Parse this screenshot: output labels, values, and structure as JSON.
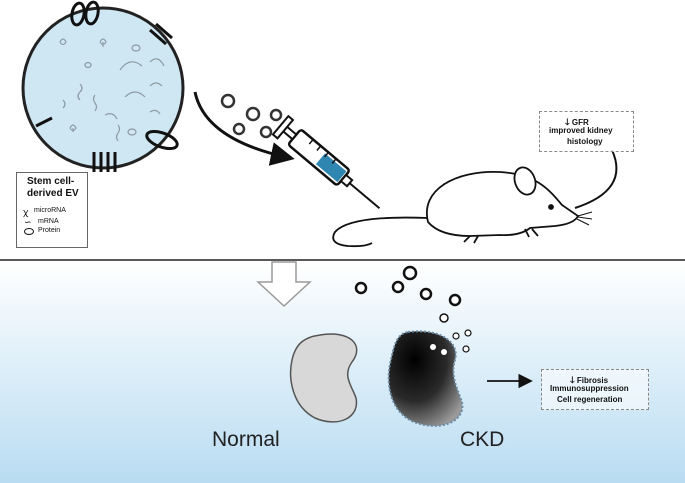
{
  "ev_legend": {
    "title_line1": "Stem cell-",
    "title_line2": "derived EV",
    "items": [
      {
        "icon": "microrna-icon",
        "label": "microRNA"
      },
      {
        "icon": "mrna-icon",
        "label": "mRNA"
      },
      {
        "icon": "protein-icon",
        "label": "Protein"
      }
    ]
  },
  "mouse_outcome": {
    "arrow_glyph": "🡓",
    "line1": "GFR",
    "line2": "improved kidney",
    "line3": "histology"
  },
  "kidney_labels": {
    "normal": "Normal",
    "ckd": "CKD"
  },
  "ckd_outcome": {
    "arrow_glyph": "🡓",
    "line1": "Fibrosis",
    "line2": "Immunosuppression",
    "line3": "Cell regeneration"
  },
  "colors": {
    "vesicle_fill": "#cfe7f3",
    "lower_gradient_top": "#ffffff",
    "lower_gradient_bottom": "#b9dcf2",
    "syringe_liquid": "#2f86b0",
    "normal_kidney": "#d8d8d8",
    "ckd_kidney": "#111111"
  }
}
